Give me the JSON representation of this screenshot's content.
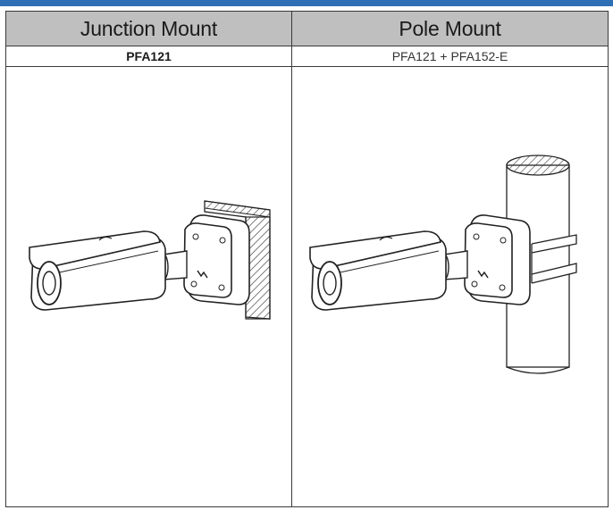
{
  "table": {
    "headers": [
      "Junction Mount",
      "Pole Mount"
    ],
    "models": [
      "PFA121",
      "PFA121 + PFA152-E"
    ]
  },
  "illustrations": {
    "left": "camera-with-junction-box-on-wall",
    "right": "camera-with-junction-box-on-pole"
  }
}
